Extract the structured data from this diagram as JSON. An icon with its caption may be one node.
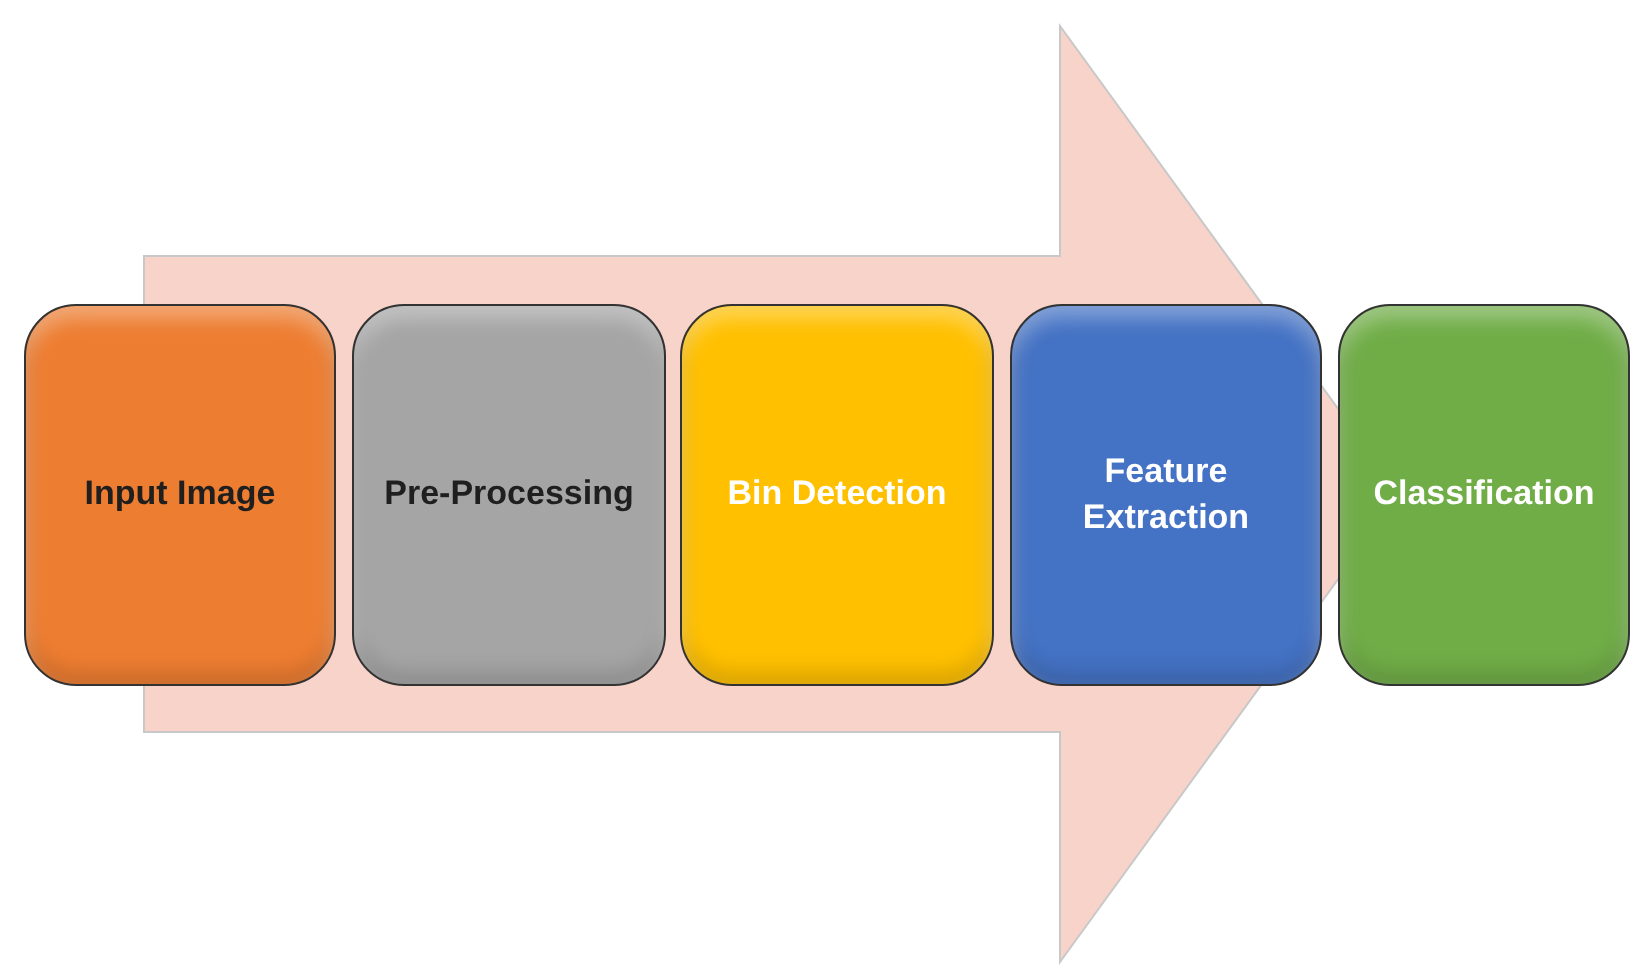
{
  "diagram": {
    "nodes": [
      {
        "text": [
          "Input Image"
        ]
      },
      {
        "text": [
          "Pre-Processing"
        ]
      },
      {
        "text": [
          "Bin Detection"
        ]
      },
      {
        "text": [
          "Feature Extraction"
        ]
      },
      {
        "text": [
          "Classification"
        ]
      }
    ],
    "edges": [
      {
        "from": 0,
        "to": 4,
        "arrow": "to",
        "style": "thick"
      }
    ]
  }
}
